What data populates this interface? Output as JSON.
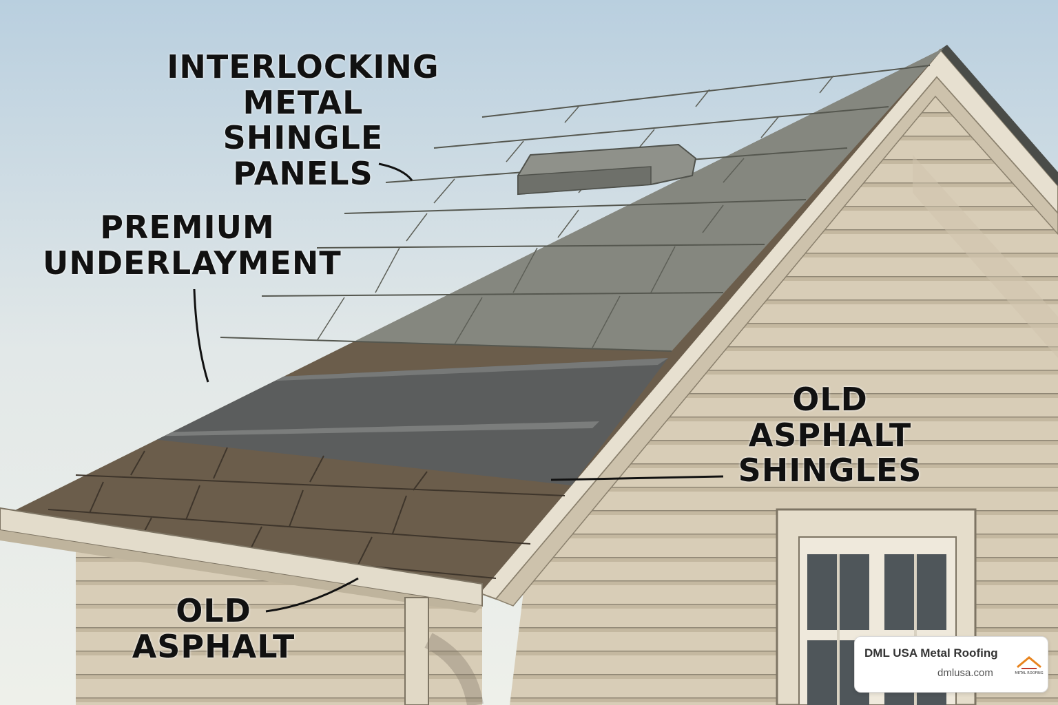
{
  "labels": {
    "panels": [
      "INTERLOCKING",
      "METAL SHINGLE",
      "PANELS"
    ],
    "underlayment": [
      "PREMIUM",
      "UNDERLAYMENT"
    ],
    "old_shingles": [
      "OLD",
      "ASPHALT",
      "SHINGLES"
    ],
    "old_asphalt": [
      "OLD",
      "ASPHALT"
    ]
  },
  "badge": {
    "title": "DML USA Metal Roofing",
    "url": "dmlusa.com",
    "logo_text": "METAL ROOFING"
  },
  "colors": {
    "sky": "#dfe6ea",
    "metal_shingle": "#85877f",
    "underlayment": "#5d5f5f",
    "asphalt": "#6b5e4d",
    "siding": "#d9cfbb",
    "trim": "#e6dfd0"
  }
}
